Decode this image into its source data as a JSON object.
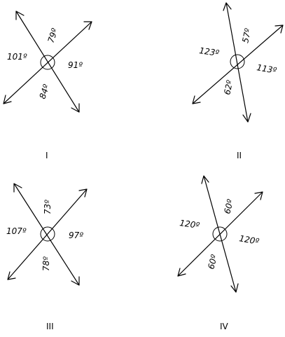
{
  "panels": [
    {
      "roman": "I",
      "angles": [
        "101º",
        "79º",
        "91º",
        "84º"
      ]
    },
    {
      "roman": "II",
      "angles": [
        "123º",
        "57º",
        "113º",
        "62º"
      ]
    },
    {
      "roman": "III",
      "angles": [
        "107º",
        "73º",
        "97º",
        "78º"
      ]
    },
    {
      "roman": "IV",
      "angles": [
        "120º",
        "60º",
        "120º",
        "60º"
      ]
    }
  ]
}
